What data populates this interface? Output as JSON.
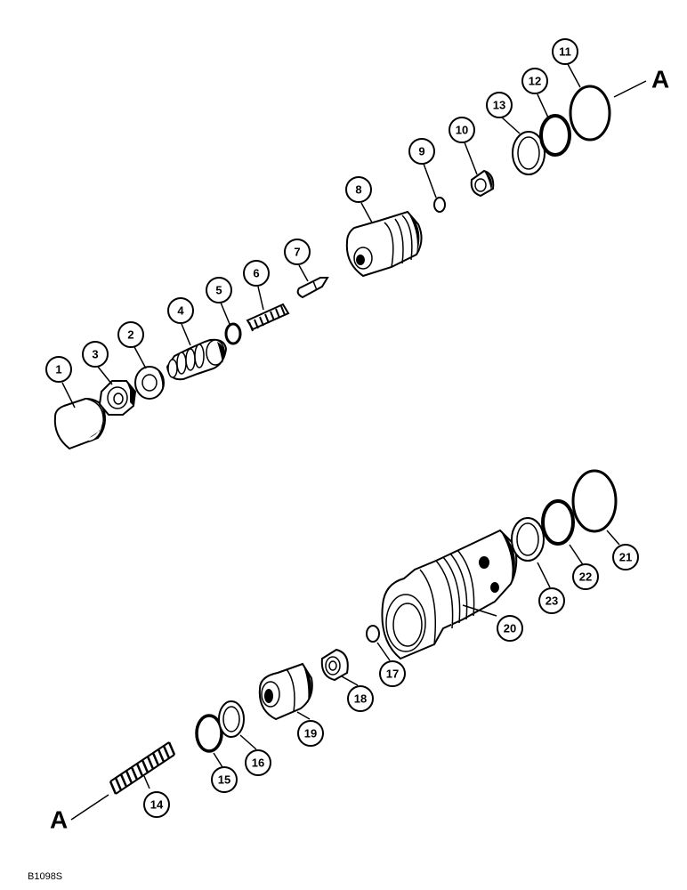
{
  "callouts": [
    "1",
    "2",
    "3",
    "4",
    "5",
    "6",
    "7",
    "8",
    "9",
    "10",
    "11",
    "12",
    "13",
    "14",
    "15",
    "16",
    "17",
    "18",
    "19",
    "20",
    "21",
    "22",
    "23"
  ],
  "section_marker_top": "A",
  "section_marker_bottom": "A",
  "figure_id": "B1098S",
  "colors": {
    "line": "#000000",
    "background": "#ffffff"
  }
}
